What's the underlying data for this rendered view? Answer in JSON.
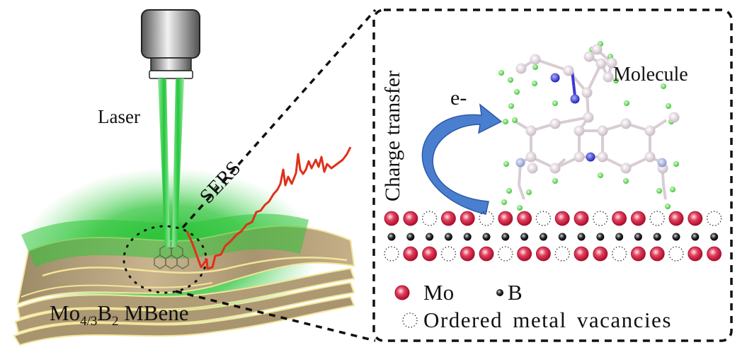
{
  "left_panel": {
    "laser_label": "Laser",
    "sers_label": "SERS",
    "material_label": {
      "prefix": "Mo",
      "sub1": "4/3",
      "mid": "B",
      "sub2": "2",
      "suffix": " MBene"
    },
    "colors": {
      "laser_beam": "#2fd04a",
      "glow": "#1fbf2f",
      "sheet": "#b8a07a",
      "sheet_edge": "#f2e59a",
      "sers_trace": "#e0301a"
    }
  },
  "right_panel": {
    "charge_transfer_label": "Charge transfer",
    "electron_label": "e-",
    "molecule_label": "Molecule",
    "lattice": {
      "top_row": [
        "Mo",
        "Mo",
        "V",
        "Mo",
        "Mo",
        "V",
        "Mo",
        "Mo",
        "V",
        "Mo",
        "Mo",
        "V",
        "Mo",
        "Mo",
        "V",
        "Mo",
        "Mo",
        "V"
      ],
      "middle_row_count": 18,
      "bottom_row": [
        "V",
        "Mo",
        "Mo",
        "V",
        "Mo",
        "Mo",
        "V",
        "Mo",
        "Mo",
        "V",
        "Mo",
        "Mo",
        "V",
        "Mo",
        "Mo",
        "V",
        "Mo",
        "Mo"
      ]
    },
    "legend": [
      {
        "symbol": "Mo",
        "label": "Mo"
      },
      {
        "symbol": "B",
        "label": "B"
      },
      {
        "symbol": "vacancy",
        "label": "Ordered metal vacancies"
      }
    ],
    "colors": {
      "arrow": "#4a7fd0",
      "mo_atom": "#d41e44",
      "b_atom": "#222222",
      "carbon": "#e8dde4",
      "hydrogen": "#66dd55",
      "nitrogen": "#3a3ad0"
    }
  }
}
